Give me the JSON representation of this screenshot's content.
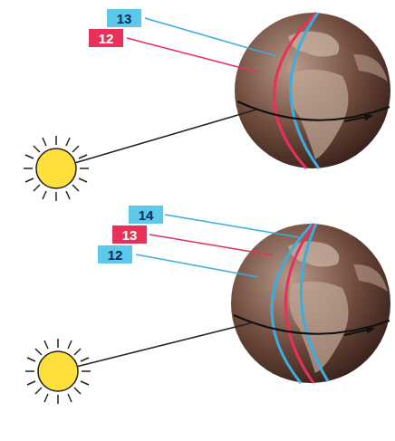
{
  "diagram": {
    "nodes": [
      {
        "text": [
          "13"
        ]
      },
      {
        "text": [
          "12"
        ]
      },
      {
        "text": [
          "14"
        ]
      },
      {
        "text": [
          "13"
        ]
      },
      {
        "text": [
          "12"
        ]
      }
    ]
  }
}
